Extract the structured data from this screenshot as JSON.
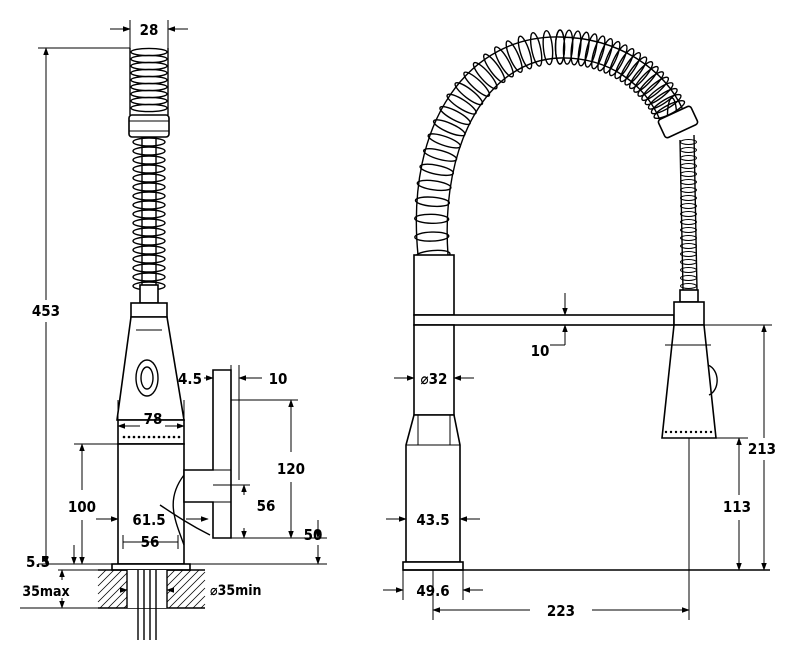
{
  "dimensions": {
    "side_view": {
      "hose_width": "28",
      "total_height": "453",
      "spout_wall": "4.5",
      "spout_gap": "10",
      "head_width": "78",
      "spout_height": "120",
      "base_height": "100",
      "outlet_height": "56",
      "body_reach": "61.5",
      "base_width": "56",
      "outlet_drop": "50",
      "deck_gap": "5.5",
      "deck_thickness": "35max",
      "hole_diameter": "⌀35min"
    },
    "front_view": {
      "bar_thickness": "10",
      "column_diameter": "⌀32",
      "body_diameter": "43.5",
      "base_diameter": "49.6",
      "reach": "223",
      "head_top_height": "213",
      "head_bottom_height": "113"
    }
  },
  "colors": {
    "line": "#000000",
    "background": "#ffffff"
  }
}
